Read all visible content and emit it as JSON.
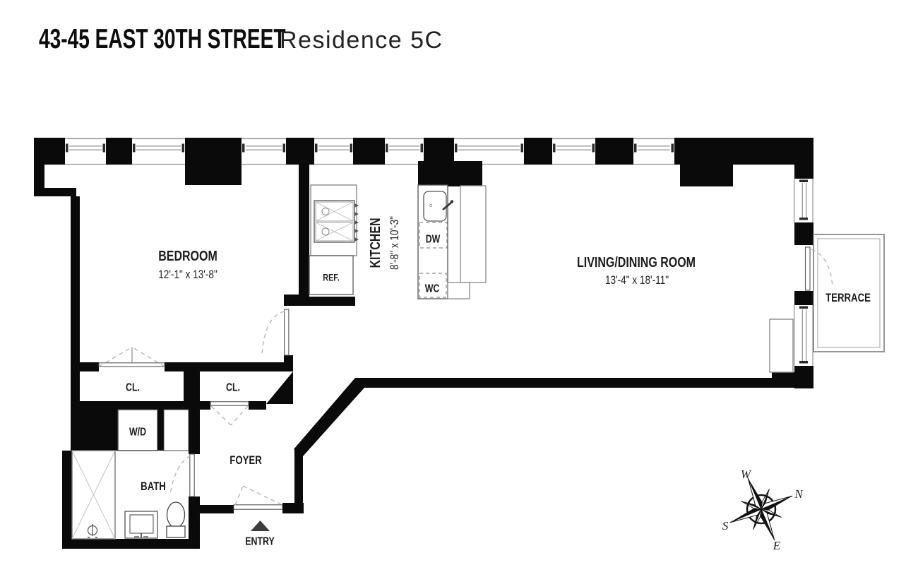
{
  "title": {
    "address": "43-45 EAST 30TH STREET",
    "residence": "Residence 5C"
  },
  "rooms": {
    "bedroom": {
      "name": "BEDROOM",
      "dims": "12'-1\" x 13'-8\""
    },
    "kitchen": {
      "name": "KITCHEN",
      "dims": "8'-8\" x 10'-3\""
    },
    "living": {
      "name": "LIVING/DINING ROOM",
      "dims": "13'-4\" x 18'-11\""
    },
    "terrace": {
      "name": "TERRACE"
    },
    "bath": {
      "name": "BATH"
    },
    "foyer": {
      "name": "FOYER"
    },
    "closet1": {
      "name": "CL."
    },
    "closet2": {
      "name": "CL."
    },
    "wd": {
      "name": "W/D"
    },
    "dw": {
      "name": "DW"
    },
    "wc": {
      "name": "WC"
    },
    "ref": {
      "name": "REF."
    }
  },
  "entry": {
    "label": "ENTRY"
  },
  "compass": {
    "n": "N",
    "s": "S",
    "e": "E",
    "w": "W"
  },
  "colors": {
    "wall": "#0a0a0a",
    "line": "#8a8a8a",
    "dashed": "#b3b3b3",
    "text": "#1c1c1c"
  }
}
